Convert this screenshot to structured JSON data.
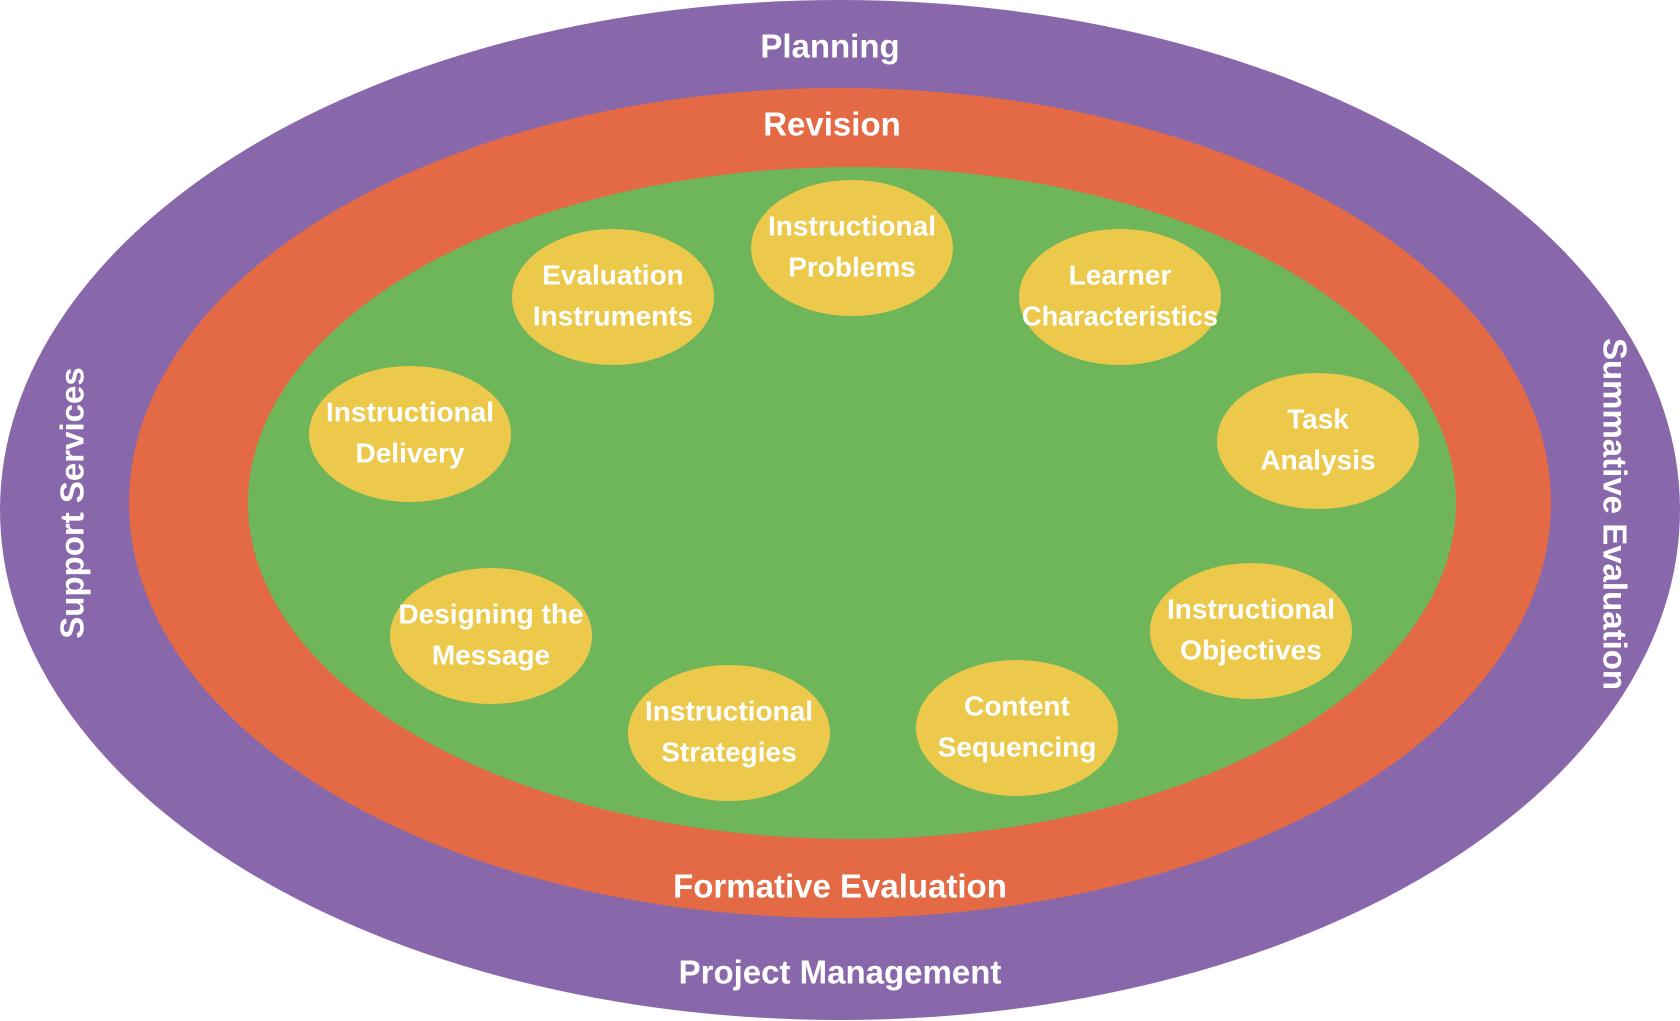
{
  "colors": {
    "outer": "#8868ab",
    "middle": "#e36a45",
    "inner": "#6fb559",
    "node": "#ecc94b",
    "text": "#ffffff"
  },
  "outer_ring": {
    "top": "Planning",
    "bottom": "Project Management",
    "left": "Support Services",
    "right": "Summative Evaluation"
  },
  "middle_ring": {
    "top": "Revision",
    "bottom": "Formative Evaluation"
  },
  "nodes": [
    {
      "line1": "Instructional",
      "line2": "Problems"
    },
    {
      "line1": "Learner",
      "line2": "Characteristics"
    },
    {
      "line1": "Task",
      "line2": "Analysis"
    },
    {
      "line1": "Instructional",
      "line2": "Objectives"
    },
    {
      "line1": "Content",
      "line2": "Sequencing"
    },
    {
      "line1": "Instructional",
      "line2": "Strategies"
    },
    {
      "line1": "Designing the",
      "line2": "Message"
    },
    {
      "line1": "Instructional",
      "line2": "Delivery"
    },
    {
      "line1": "Evaluation",
      "line2": "Instruments"
    }
  ]
}
